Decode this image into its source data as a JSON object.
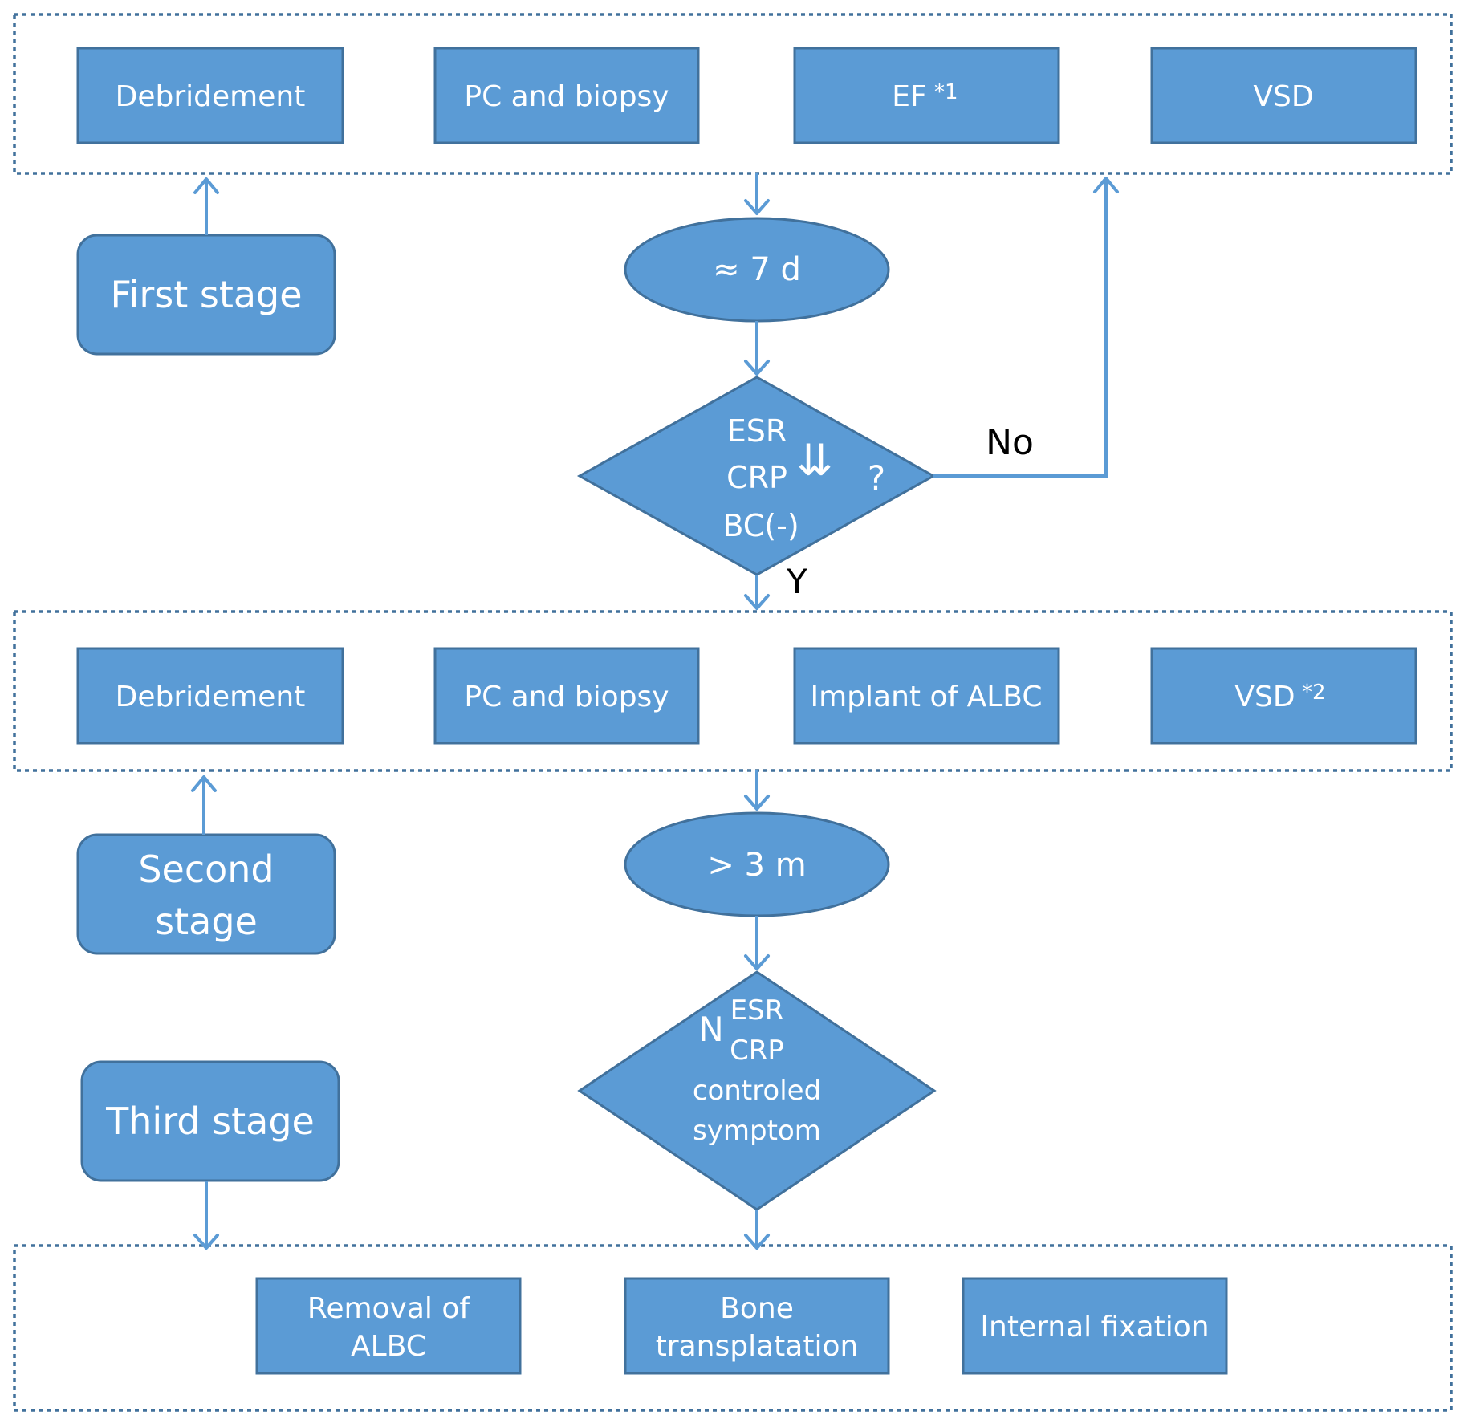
{
  "colors": {
    "fill": "#5b9bd5",
    "stroke": "#41719c",
    "connector": "#5b9bd5",
    "text": "#ffffff",
    "edge_label": "#000000"
  },
  "stages": {
    "first": "First stage",
    "second": [
      "Second",
      "stage"
    ],
    "third": "Third stage"
  },
  "stage1": {
    "debridement": "Debridement",
    "pc_biopsy": "PC and biopsy",
    "ef": "EF",
    "ef_note": "*1",
    "vsd": "VSD"
  },
  "wait1": "≈ 7 d",
  "decision1": {
    "line1": "ESR",
    "line2": "CRP",
    "line3": "BC(-)",
    "arrows": "⇊",
    "question": "?"
  },
  "edge_no": "No",
  "edge_yes": "Y",
  "stage2": {
    "debridement": "Debridement",
    "pc_biopsy": "PC and biopsy",
    "implant": "Implant of ALBC",
    "vsd": "VSD",
    "vsd_note": "*2"
  },
  "wait2": "> 3 m",
  "decision2": {
    "n": "N",
    "line1": "ESR",
    "line2": "CRP",
    "line3": "controled",
    "line4": "symptom"
  },
  "stage3": {
    "removal": [
      "Removal of",
      "ALBC"
    ],
    "bone": [
      "Bone",
      "transplatation"
    ],
    "fixation": "Internal fixation"
  }
}
